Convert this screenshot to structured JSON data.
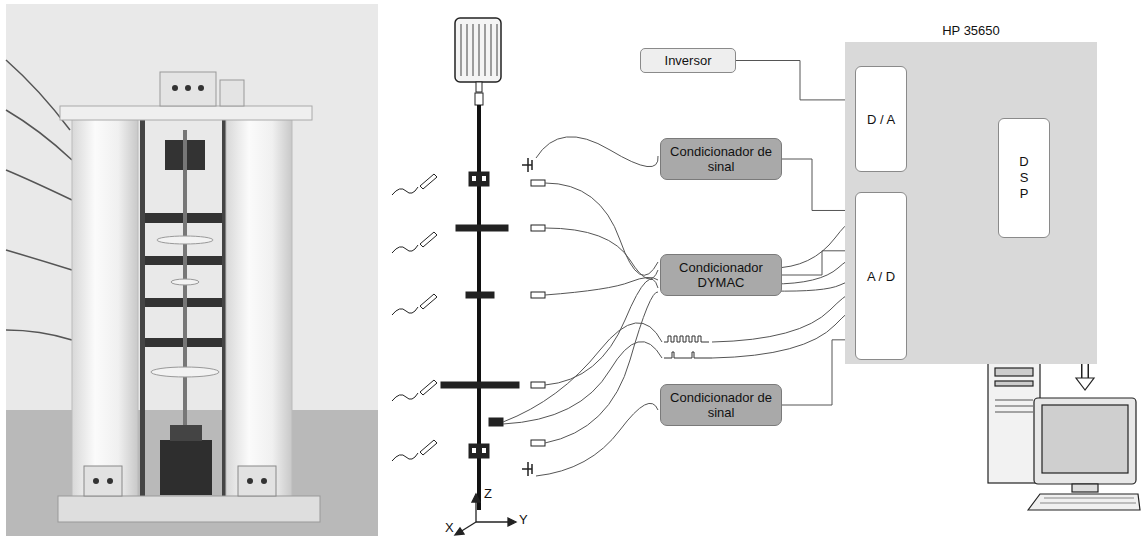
{
  "diagram": {
    "nodes": [
      {
        "text": [
          "Inversor"
        ]
      },
      {
        "text": [
          "Condicionador de sinal"
        ]
      },
      {
        "text": [
          "Condicionador DYMAC"
        ]
      },
      {
        "text": [
          "Condicionador de sinal"
        ]
      },
      {
        "text": [
          "HP 35650"
        ]
      },
      {
        "text": [
          "D / A"
        ],
        "in": 4
      },
      {
        "text": [
          "A / D"
        ],
        "in": 4
      },
      {
        "text": [
          "D S P"
        ],
        "in": 4
      }
    ],
    "edges": [
      {
        "from": 0,
        "to": 5,
        "arrow": "none"
      },
      {
        "from": 1,
        "to": 6,
        "arrow": "none"
      },
      {
        "from": 2,
        "to": 6,
        "arrow": "none"
      },
      {
        "from": 3,
        "to": 6,
        "arrow": "none"
      }
    ],
    "labels": [
      "Z",
      "X",
      "Y"
    ]
  }
}
